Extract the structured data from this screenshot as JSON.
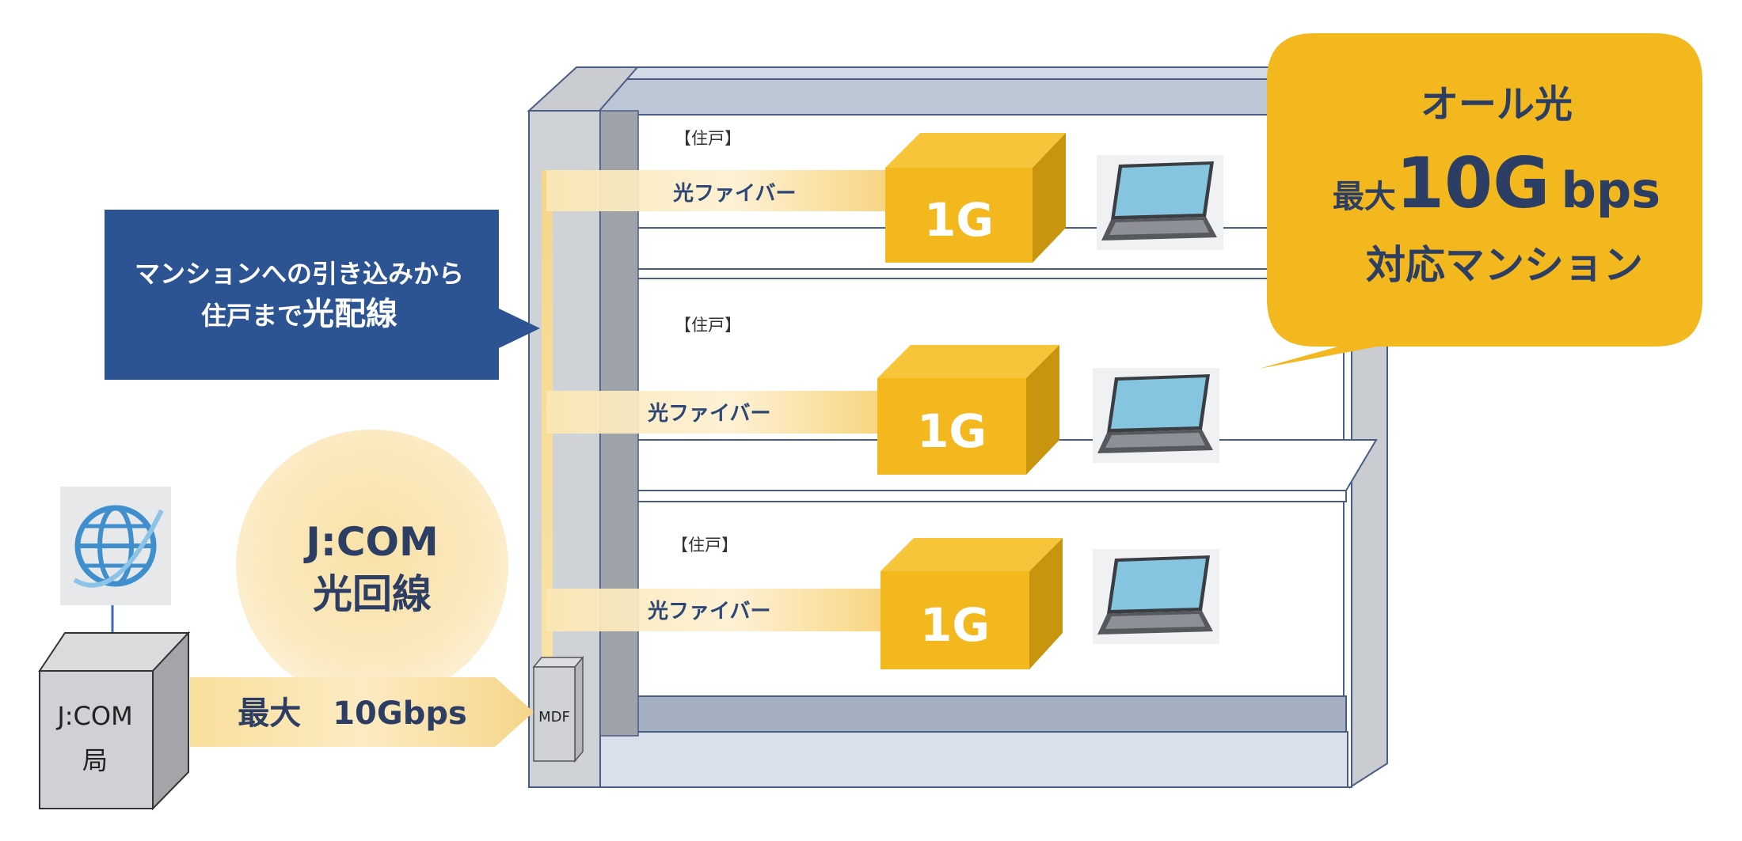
{
  "callout_left": {
    "line1": "マンションへの引き込みから",
    "line2_prefix": "住戸まで",
    "line2_emph": "光配線"
  },
  "callout_right": {
    "line1": "オール光",
    "line2_prefix": "最大",
    "line2_big": "10G",
    "line2_suffix": "bps",
    "line3": "対応マンション"
  },
  "floors": [
    {
      "unit_label": "【住戸】",
      "fiber_label": "光ファイバー",
      "speed": "1G"
    },
    {
      "unit_label": "【住戸】",
      "fiber_label": "光ファイバー",
      "speed": "1G"
    },
    {
      "unit_label": "【住戸】",
      "fiber_label": "光ファイバー",
      "speed": "1G"
    }
  ],
  "jcom_circle": {
    "line1": "J:COM",
    "line2": "光回線"
  },
  "station": {
    "line1": "J:COM",
    "line2": "局"
  },
  "trunk_arrow": {
    "label": "最大　10Gbps"
  },
  "mdf_label": "MDF",
  "icons": {
    "internet": "globe-icon",
    "terminal": "laptop-icon"
  },
  "colors": {
    "accent_yellow": "#f2b81e",
    "callout_blue": "#2c5492",
    "building_frame": "#c9ccd1",
    "floor_plate": "#d9e0ec"
  }
}
